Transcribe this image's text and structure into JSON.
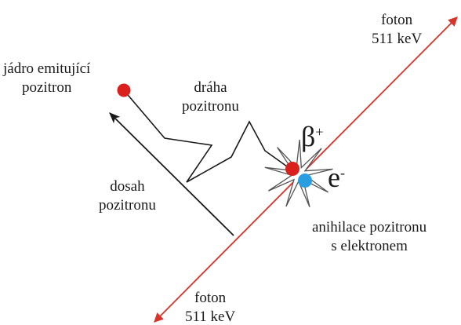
{
  "labels": {
    "photon_top": [
      "foton",
      "511 keV"
    ],
    "photon_bottom": [
      "foton",
      "511 keV"
    ],
    "nucleus": [
      "jádro emitující",
      "pozitron"
    ],
    "path": [
      "dráha",
      "pozitronu"
    ],
    "range": [
      "dosah",
      "pozitronu"
    ],
    "annihilation": [
      "anihilace pozitronu",
      "s elektronem"
    ],
    "beta": "β",
    "beta_sign": "+",
    "electron": "e",
    "electron_sign": "-"
  },
  "colors": {
    "photon_line": "#d9342b",
    "positron": "#d9201c",
    "electron": "#2a9ee0",
    "lines": "#1a1a1a",
    "starburst": "#555555"
  }
}
